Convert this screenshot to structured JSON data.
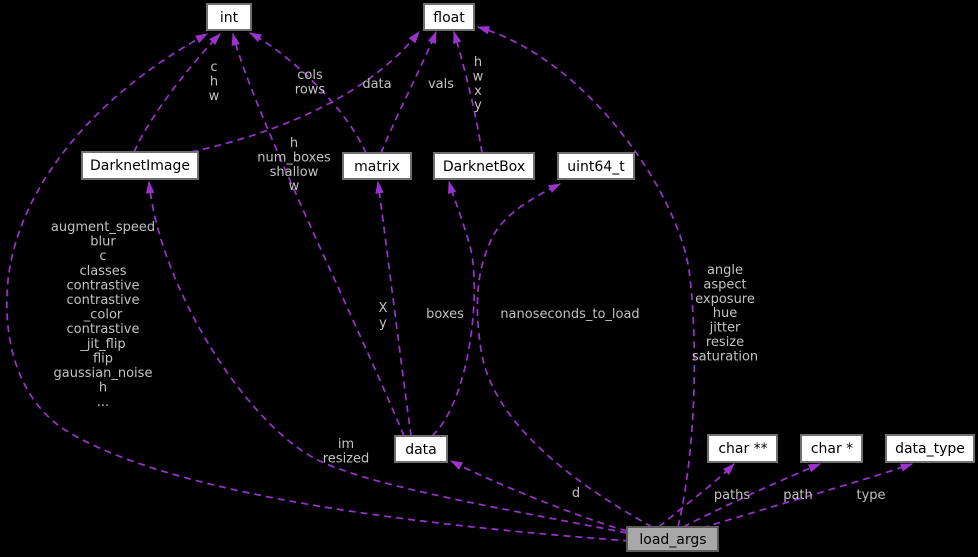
{
  "graph_title": "load_args collaboration graph",
  "colors": {
    "background": "#000000",
    "edge": "#9a32cd",
    "edge_label": "#c2c2c2",
    "node_fill": "#ffffff",
    "node_border": "#6f6f6f",
    "highlight_node_fill": "#a8a8a8",
    "node_text": "#000000"
  },
  "nodes": {
    "int": {
      "label": "int"
    },
    "float": {
      "label": "float"
    },
    "darknet_image": {
      "label": "DarknetImage"
    },
    "matrix": {
      "label": "matrix"
    },
    "darknet_box": {
      "label": "DarknetBox"
    },
    "uint64_t": {
      "label": "uint64_t"
    },
    "data": {
      "label": "data"
    },
    "char_ptr_ptr": {
      "label": "char **"
    },
    "char_ptr": {
      "label": "char *"
    },
    "data_type": {
      "label": "data_type"
    },
    "load_args": {
      "label": "load_args"
    }
  },
  "edge_labels": {
    "chw": {
      "lines": [
        "c",
        "h",
        "w"
      ]
    },
    "colsrows": {
      "lines": [
        "cols",
        "rows"
      ]
    },
    "data_field": {
      "lines": [
        "data"
      ]
    },
    "vals": {
      "lines": [
        "vals"
      ]
    },
    "hwxy": {
      "lines": [
        "h",
        "w",
        "x",
        "y"
      ]
    },
    "hnumboxes": {
      "lines": [
        "h",
        "num_boxes",
        "shallow",
        "w"
      ]
    },
    "augment": {
      "lines": [
        "augment_speed",
        "blur",
        "c",
        "classes",
        "contrastive",
        "contrastive",
        "_color",
        "contrastive",
        "_jit_flip",
        "flip",
        "gaussian_noise",
        "h",
        "..."
      ]
    },
    "angle": {
      "lines": [
        "angle",
        "aspect",
        "exposure",
        "hue",
        "jitter",
        "resize",
        "saturation"
      ]
    },
    "xy": {
      "lines": [
        "X",
        "y"
      ]
    },
    "boxes": {
      "lines": [
        "boxes"
      ]
    },
    "nanoseconds": {
      "lines": [
        "nanoseconds_to_load"
      ]
    },
    "imresized": {
      "lines": [
        "im",
        "resized"
      ]
    },
    "d": {
      "lines": [
        "d"
      ]
    },
    "paths": {
      "lines": [
        "paths"
      ]
    },
    "path": {
      "lines": [
        "path"
      ]
    },
    "type": {
      "lines": [
        "type"
      ]
    }
  },
  "edges": [
    {
      "from": "DarknetImage",
      "to": "int",
      "label": "c h w"
    },
    {
      "from": "matrix",
      "to": "int",
      "label": "cols rows"
    },
    {
      "from": "data",
      "to": "int",
      "label": "h num_boxes shallow w"
    },
    {
      "from": "load_args",
      "to": "int",
      "label": "augment_speed blur c classes contrastive contrastive_color contrastive_jit_flip flip gaussian_noise h ..."
    },
    {
      "from": "DarknetImage",
      "to": "float",
      "label": "data"
    },
    {
      "from": "matrix",
      "to": "float",
      "label": "vals"
    },
    {
      "from": "DarknetBox",
      "to": "float",
      "label": "h w x y"
    },
    {
      "from": "load_args",
      "to": "float",
      "label": "angle aspect exposure hue jitter resize saturation"
    },
    {
      "from": "data",
      "to": "matrix",
      "label": "X y"
    },
    {
      "from": "data",
      "to": "DarknetBox",
      "label": "boxes"
    },
    {
      "from": "load_args",
      "to": "uint64_t",
      "label": "nanoseconds_to_load"
    },
    {
      "from": "load_args",
      "to": "DarknetImage",
      "label": "im resized"
    },
    {
      "from": "load_args",
      "to": "data",
      "label": "d"
    },
    {
      "from": "load_args",
      "to": "char **",
      "label": "paths"
    },
    {
      "from": "load_args",
      "to": "char *",
      "label": "path"
    },
    {
      "from": "load_args",
      "to": "data_type",
      "label": "type"
    }
  ]
}
